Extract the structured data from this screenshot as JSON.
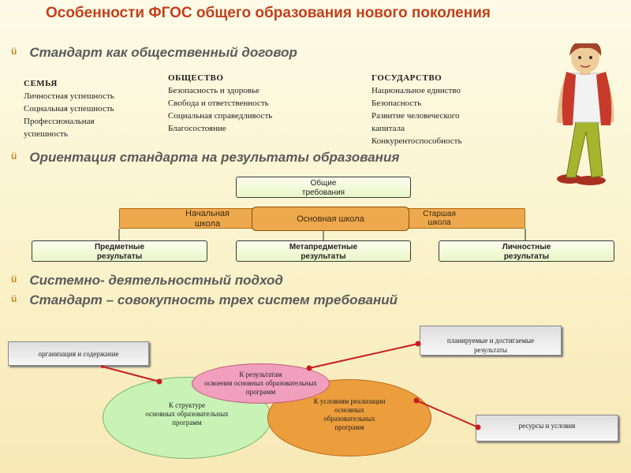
{
  "title": "Особенности ФГОС  общего образования нового поколения",
  "bullet_marker": "ü",
  "bullets": {
    "b1": "Стандарт как общественный договор",
    "b2": "Ориентация стандарта на результаты образования",
    "b3": "Системно- деятельностный подход",
    "b4": "Стандарт – совокупность трех систем требований"
  },
  "columns": {
    "family": {
      "head": "СЕМЬЯ",
      "items": [
        "Личностная успешность",
        "Социальная успешность",
        "Профессиональная",
        "успешность"
      ]
    },
    "society": {
      "head": "ОБЩЕСТВО",
      "items": [
        "Безопасность и здоровье",
        "Свобода и ответственность",
        "Социальная справедливость",
        "Благосостояние"
      ]
    },
    "state": {
      "head": "ГОСУДАРСТВО",
      "items": [
        "Национальное единство",
        "Безопасность",
        "Развитие человеческого",
        "капитала",
        "Конкурентоспособность"
      ]
    }
  },
  "diagram": {
    "general": [
      "Общие",
      "требования"
    ],
    "primary": [
      "Начальная",
      "школа"
    ],
    "basic": "Основная школа",
    "senior": [
      "Старшая",
      "школа"
    ],
    "subject": [
      "Предметные",
      "результаты"
    ],
    "meta": [
      "Метапредметные",
      "результаты"
    ],
    "personal": [
      "Личностные",
      "результаты"
    ]
  },
  "systems": {
    "org_content": "организация и содержание",
    "planned": [
      "планируемые и достигаемые",
      "результаты"
    ],
    "resources": "ресурсы и условия",
    "results": [
      "К результатам",
      "освоения основных образовательных",
      "программ"
    ],
    "structure": [
      "К структуре",
      "основных образовательных",
      "программ"
    ],
    "conditions": [
      "К условиям  реализации",
      "основных",
      "образовательных",
      "программ"
    ]
  },
  "colors": {
    "title": "#c2401c",
    "orange": "#eea84e",
    "connector": "#c81e1e",
    "ellipse_pink": "#f0a0bc",
    "ellipse_green": "#c8f2b6",
    "ellipse_orange": "#ec9d3c"
  }
}
